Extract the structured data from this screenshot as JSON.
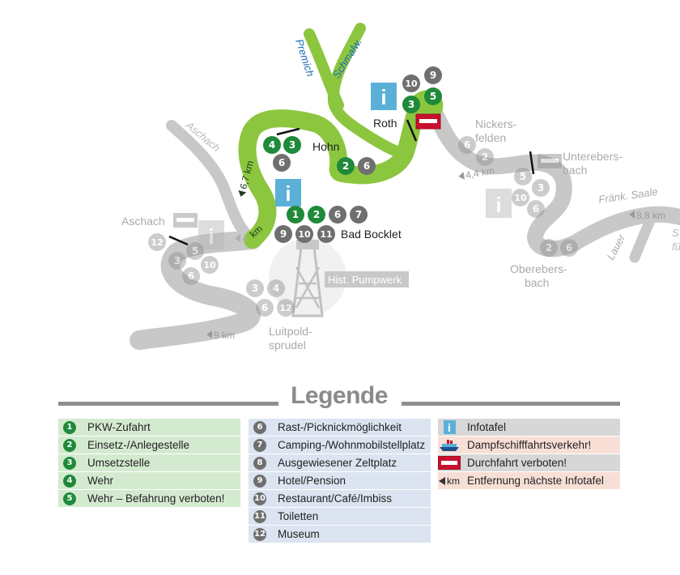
{
  "colors": {
    "river_green": "#8cc63f",
    "river_gray": "#c8c8c8",
    "marker_green": "#1f8a3a",
    "marker_gray": "#6f6f6f",
    "info_blue": "#5bb0d8",
    "forbidden_red": "#c8102e",
    "legend_green_bg": "#d4ead0",
    "legend_blue_bg": "#dbe4f0",
    "legend_gray_bg": "#d7d7d7",
    "legend_pink_bg": "#f7dfd6",
    "heading_gray": "#8a8a8a"
  },
  "map": {
    "places": {
      "premich": "Premich",
      "schmalw": "Schmalw.",
      "aschach_river": "Aschach",
      "aschach_town": "Aschach",
      "roth": "Roth",
      "hohn": "Hohn",
      "bad_bocklet": "Bad Bocklet",
      "nickersfelden_1": "Nickers-",
      "nickersfelden_2": "felden",
      "unterebersbach_1": "Unterebers-",
      "unterebersbach_2": "bach",
      "obererbersbach_1": "Oberebers-",
      "obererbersbach_2": "bach",
      "luitpold_1": "Luitpold-",
      "luitpold_2": "sprudel",
      "frank_saale": "Fränk. Saale",
      "lauer": "Lauer",
      "pumpwerk": "Hist. Pumpwerk",
      "edge_1": "S",
      "edge_2": "fü"
    },
    "distances": {
      "d67": "6,7 km",
      "km": "km",
      "d44": "4,4 km",
      "d88": "8,8 km",
      "d9": "9 km",
      "d4": "4"
    },
    "info_glyph": "i"
  },
  "legend": {
    "title": "Legende",
    "col1": [
      {
        "num": "1",
        "label": "PKW-Zufahrt"
      },
      {
        "num": "2",
        "label": "Einsetz-/Anlegestelle"
      },
      {
        "num": "3",
        "label": "Umsetzstelle"
      },
      {
        "num": "4",
        "label": "Wehr"
      },
      {
        "num": "5",
        "label": "Wehr – Befahrung verboten!"
      }
    ],
    "col2": [
      {
        "num": "6",
        "label": "Rast-/Picknickmöglichkeit"
      },
      {
        "num": "7",
        "label": "Camping-/Wohnmobilstellplatz"
      },
      {
        "num": "8",
        "label": "Ausgewiesener Zeltplatz"
      },
      {
        "num": "9",
        "label": "Hotel/Pension"
      },
      {
        "num": "10",
        "label": "Restaurant/Café/Imbiss"
      },
      {
        "num": "11",
        "label": "Toiletten"
      },
      {
        "num": "12",
        "label": "Museum"
      }
    ],
    "col3": [
      {
        "icon": "info-icon",
        "glyph": "i",
        "label": "Infotafel"
      },
      {
        "icon": "steamboat-icon",
        "label": "Dampfschifffahrtsverkehr!"
      },
      {
        "icon": "no-entry-icon",
        "label": "Durchfahrt verboten!"
      },
      {
        "icon": "distance-arrow-icon",
        "glyph": "km",
        "label": "Entfernung nächste Infotafel"
      }
    ]
  }
}
